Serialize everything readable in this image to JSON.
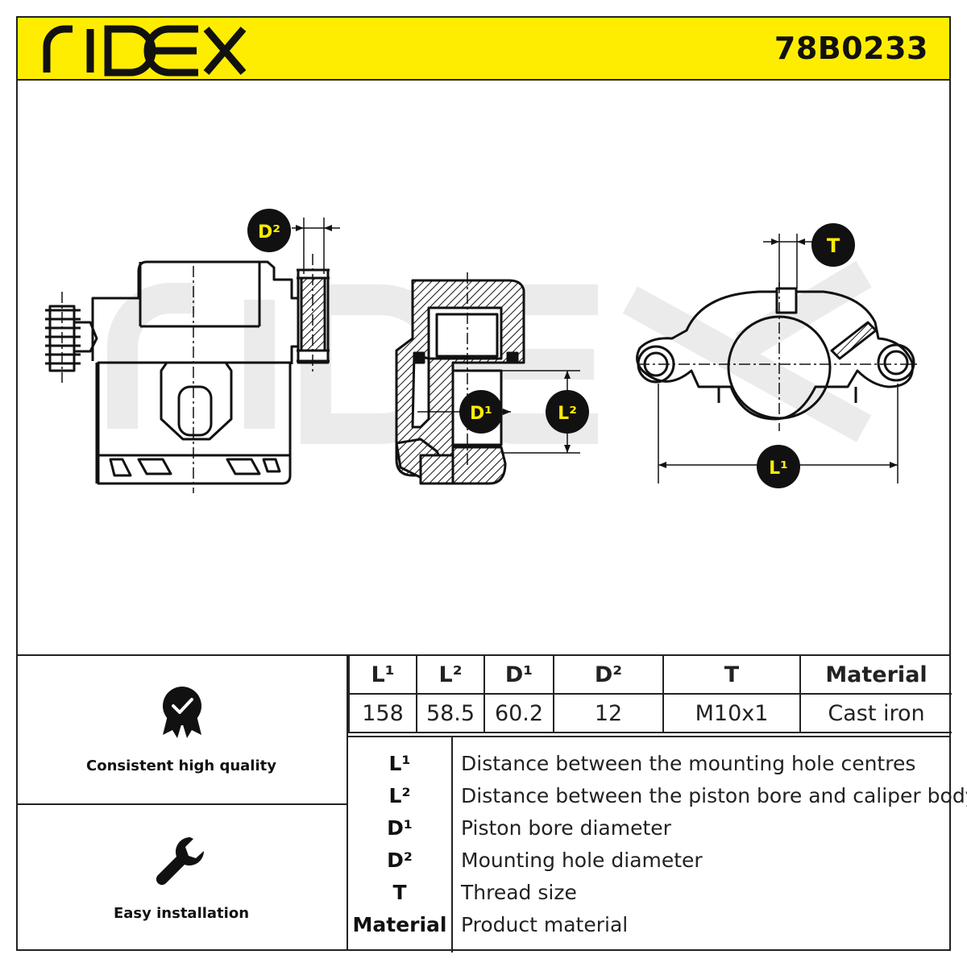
{
  "brand": "RIDEX",
  "part_number": "78B0233",
  "callouts": {
    "d2": "D²",
    "d1": "D¹",
    "l2": "L²",
    "l1": "L¹",
    "t": "T"
  },
  "features": [
    {
      "icon": "quality-badge-icon",
      "label": "Consistent high quality"
    },
    {
      "icon": "wrench-icon",
      "label": "Easy installation"
    }
  ],
  "spec_table": {
    "headers": [
      "L¹",
      "L²",
      "D¹",
      "D²",
      "T",
      "Material"
    ],
    "values": [
      "158",
      "58.5",
      "60.2",
      "12",
      "M10x1",
      "Cast iron"
    ]
  },
  "legend": [
    {
      "key": "L¹",
      "desc": "Distance between the mounting hole centres"
    },
    {
      "key": "L²",
      "desc": "Distance between the piston bore and caliper body"
    },
    {
      "key": "D¹",
      "desc": "Piston bore diameter"
    },
    {
      "key": "D²",
      "desc": "Mounting hole diameter"
    },
    {
      "key": "T",
      "desc": "Thread size"
    },
    {
      "key": "Material",
      "desc": "Product material"
    }
  ],
  "colors": {
    "accent": "#ffed00",
    "ink": "#111111",
    "watermark": "#ececec"
  }
}
